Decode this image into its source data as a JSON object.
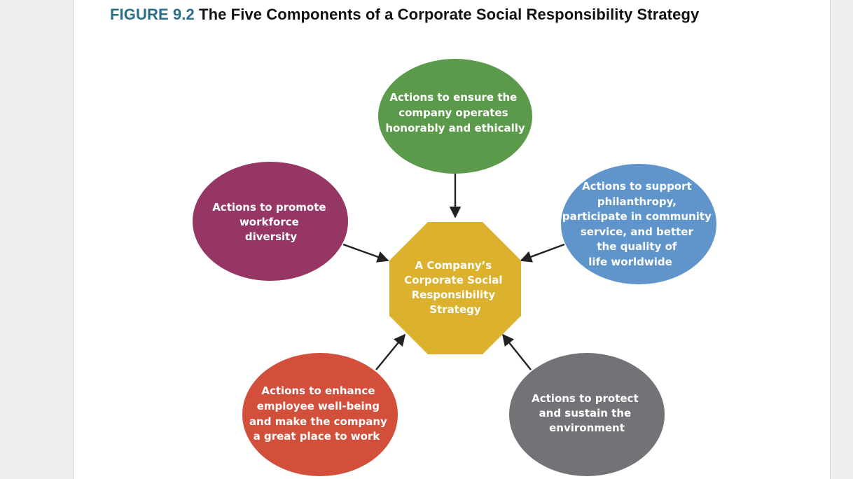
{
  "figure": {
    "number": "FIGURE 9.2",
    "title": "The Five Components of a Corporate Social Responsibility Strategy"
  },
  "center": {
    "lines": [
      "A Company’s",
      "Corporate Social",
      "Responsibility",
      "Strategy"
    ],
    "color": "#dbb12e"
  },
  "components": [
    {
      "id": "ethics",
      "lines": [
        "Actions to ensure the",
        "company operates",
        "honorably and ethically"
      ],
      "color": "#5b9a4a"
    },
    {
      "id": "philanthropy",
      "lines": [
        "Actions to support",
        "philanthropy,",
        "participate in community",
        "service, and better",
        "the quality of",
        "life worldwide"
      ],
      "color": "#5f95cb"
    },
    {
      "id": "environment",
      "lines": [
        "Actions to protect",
        "and sustain the",
        "environment"
      ],
      "color": "#727376"
    },
    {
      "id": "employee-wellbeing",
      "lines": [
        "Actions to enhance",
        "employee well-being",
        "and make the company",
        "a great place to work"
      ],
      "color": "#d2503b"
    },
    {
      "id": "diversity",
      "lines": [
        "Actions to promote",
        "workforce",
        "diversity"
      ],
      "color": "#953665"
    }
  ],
  "arrow_color": "#222222"
}
